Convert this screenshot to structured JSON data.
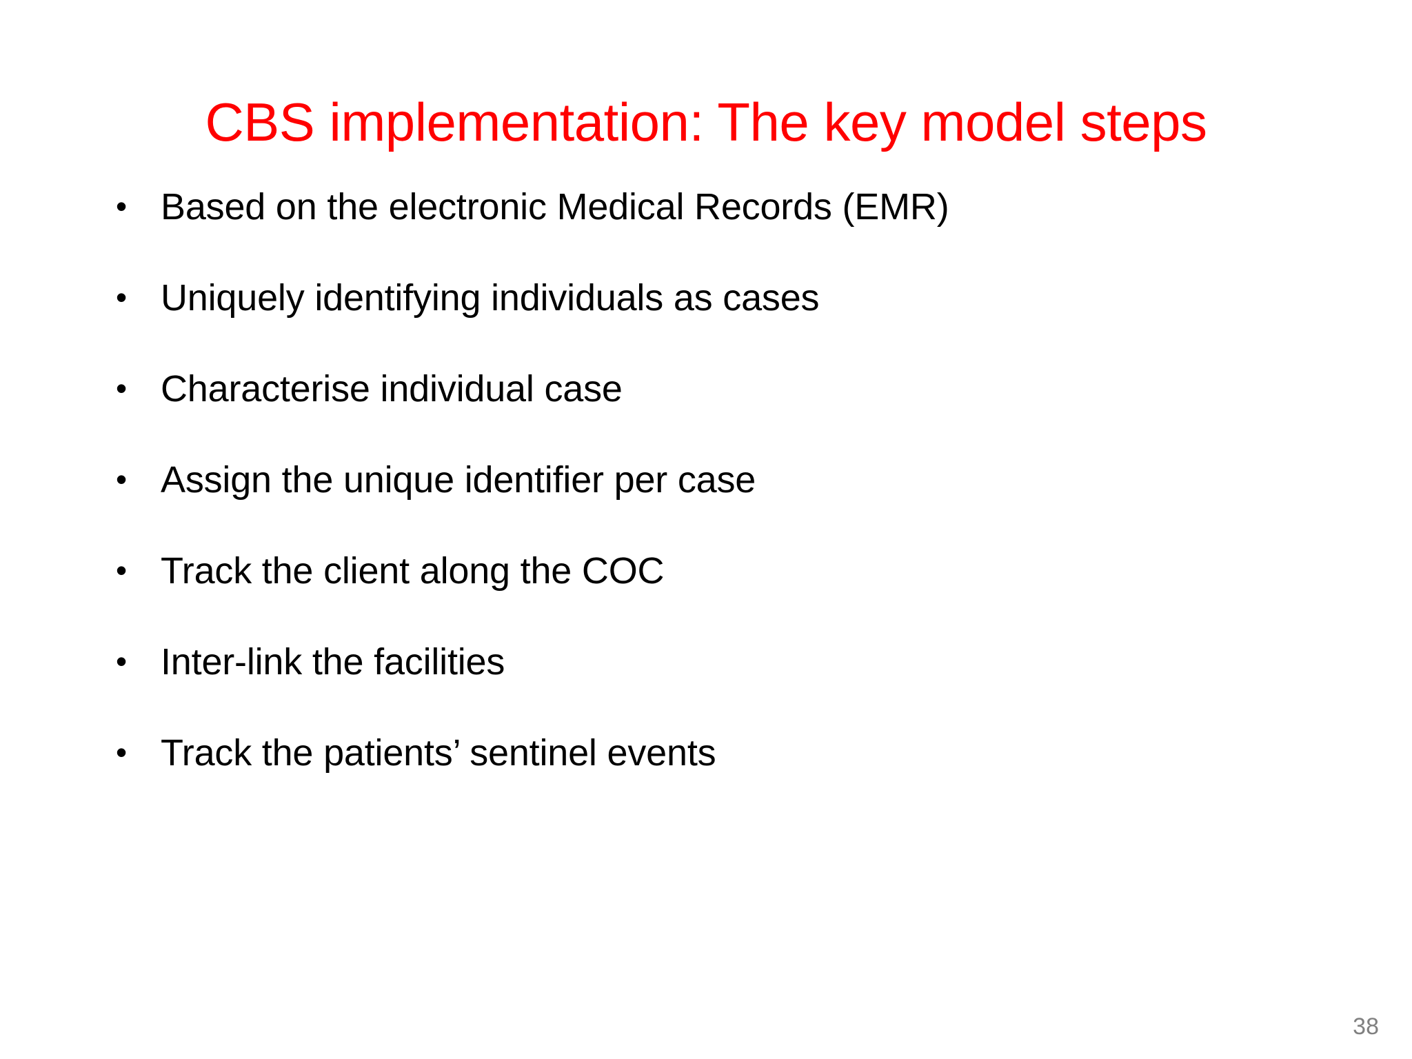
{
  "slide": {
    "background_color": "#ffffff",
    "title": {
      "text": "CBS implementation: The key model steps",
      "color": "#ff0000"
    },
    "bullets": [
      {
        "marker": "•",
        "text": "Based on the electronic Medical Records (EMR)"
      },
      {
        "marker": "•",
        "text": "Uniquely identifying individuals as cases"
      },
      {
        "marker": "•",
        "text": "Characterise individual case"
      },
      {
        "marker": "•",
        "text": "Assign the unique identifier per case"
      },
      {
        "marker": "•",
        "text": "Track the client along the COC"
      },
      {
        "marker": "•",
        "text": "Inter-link the facilities"
      },
      {
        "marker": "•",
        "text": "Track the patients’ sentinel events"
      }
    ],
    "page_number": {
      "text": "38",
      "color": "#808080"
    },
    "body_text_color": "#000000"
  }
}
